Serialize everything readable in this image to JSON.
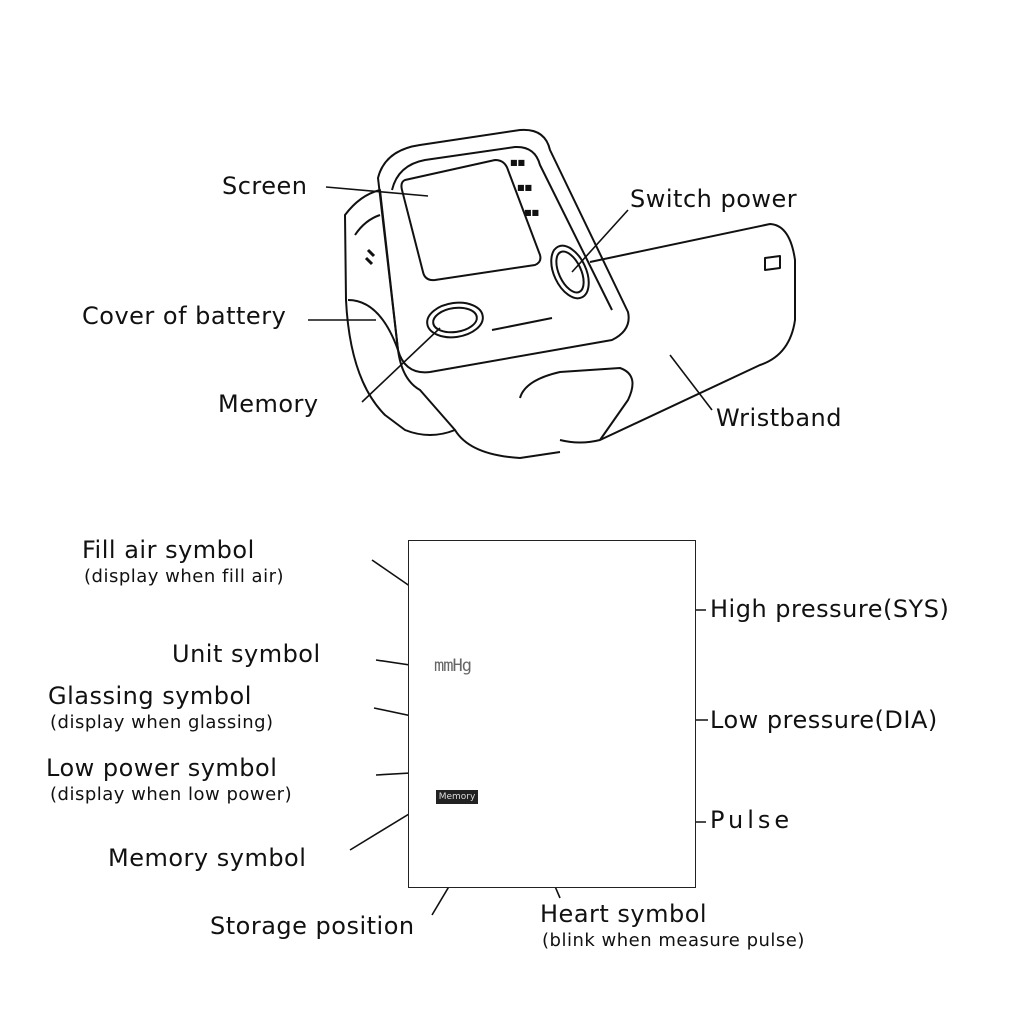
{
  "device_labels": {
    "screen": "Screen",
    "switch_power": "Switch power",
    "cover_of_battery": "Cover of battery",
    "memory": "Memory",
    "wristband": "Wristband"
  },
  "lcd_labels": {
    "fill_air": "Fill air symbol",
    "fill_air_note": "(display when fill air)",
    "unit": "Unit symbol",
    "glassing": "Glassing symbol",
    "glassing_note": "(display when glassing)",
    "low_power": "Low power symbol",
    "low_power_note": "(display when low power)",
    "memory_symbol": "Memory symbol",
    "storage_position": "Storage position",
    "heart": "Heart symbol",
    "heart_note": "(blink when measure pulse)",
    "high_pressure": "High pressure(SYS)",
    "low_pressure": "Low pressure(DIA)",
    "pulse": "Pulse"
  },
  "lcd_display": {
    "unit_text": "mmHg",
    "memory_tag": "Memory"
  }
}
